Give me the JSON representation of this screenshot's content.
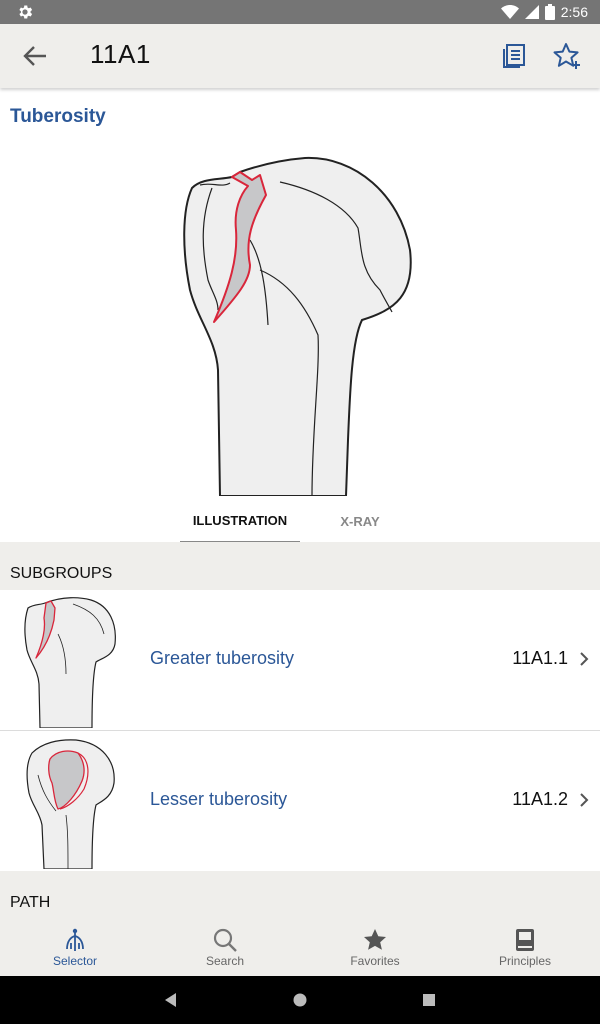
{
  "status_bar": {
    "time": "2:56"
  },
  "app_bar": {
    "title": "11A1"
  },
  "main": {
    "section_title": "Tuberosity",
    "tabs": [
      {
        "label": "ILLUSTRATION",
        "active": true
      },
      {
        "label": "X-RAY",
        "active": false
      }
    ]
  },
  "subgroups": {
    "header": "SUBGROUPS",
    "items": [
      {
        "name": "Greater tuberosity",
        "code": "11A1.1"
      },
      {
        "name": "Lesser tuberosity",
        "code": "11A1.2"
      }
    ]
  },
  "path": {
    "header": "PATH"
  },
  "bottom_nav": {
    "items": [
      {
        "label": "Selector",
        "icon": "selector-icon",
        "active": true
      },
      {
        "label": "Search",
        "icon": "search-icon",
        "active": false
      },
      {
        "label": "Favorites",
        "icon": "star-icon",
        "active": false
      },
      {
        "label": "Principles",
        "icon": "book-icon",
        "active": false
      }
    ]
  },
  "colors": {
    "accent": "#2b5797",
    "fracture": "#d9263b",
    "bone": "#efefef",
    "band": "#efeeeb"
  }
}
